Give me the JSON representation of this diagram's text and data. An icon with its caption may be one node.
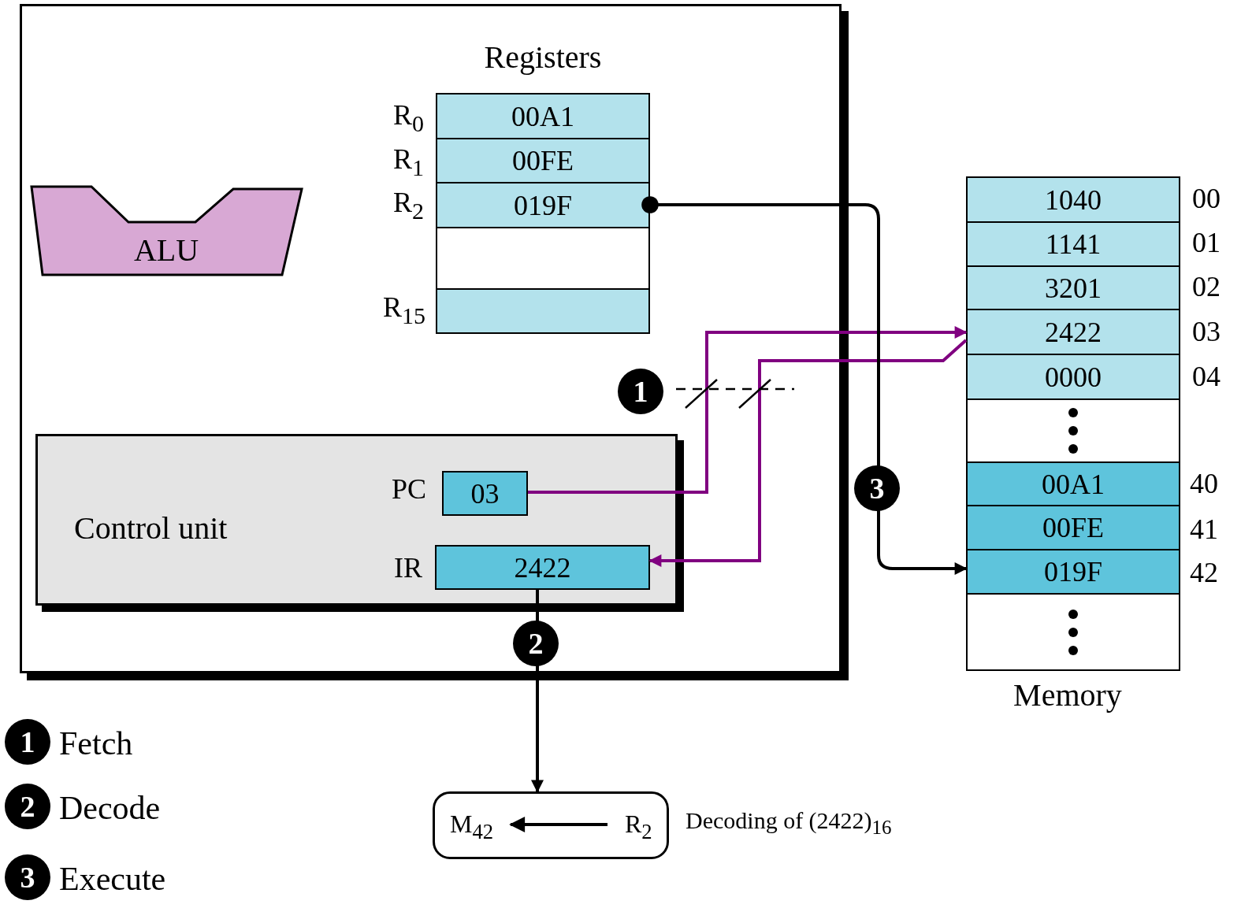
{
  "diagram": {
    "nodes": [
      {
        "text": [],
        "shape": "box"
      },
      {
        "text": [
          "Registers"
        ],
        "in": 0
      },
      {
        "text": [
          "00A1"
        ],
        "beside": [
          "R$_{0}$"
        ],
        "in": 1
      },
      {
        "text": [
          "00FE"
        ],
        "beside": [
          "R$_{1}$"
        ],
        "in": 1
      },
      {
        "text": [
          "019F"
        ],
        "beside": [
          "R$_{2}$"
        ],
        "in": 1
      },
      {
        "text": [],
        "shape": "box",
        "in": 1
      },
      {
        "text": [],
        "shape": "box",
        "beside": [
          "R$_{15}$"
        ],
        "in": 1
      },
      {
        "text": [
          "ALU"
        ],
        "in": 0
      },
      {
        "text": [
          "Control unit"
        ],
        "in": 0
      },
      {
        "text": [
          "03"
        ],
        "beside": [
          "PC"
        ],
        "in": 8
      },
      {
        "text": [
          "2422"
        ],
        "beside": [
          "IR"
        ],
        "in": 8
      },
      {
        "text": [
          "Memory"
        ]
      },
      {
        "text": [
          "1040"
        ],
        "beside": [
          "00"
        ],
        "in": 11
      },
      {
        "text": [
          "1141"
        ],
        "beside": [
          "01"
        ],
        "in": 11
      },
      {
        "text": [
          "3201"
        ],
        "beside": [
          "02"
        ],
        "in": 11
      },
      {
        "text": [
          "2422"
        ],
        "beside": [
          "03"
        ],
        "in": 11
      },
      {
        "text": [
          "0000"
        ],
        "beside": [
          "04"
        ],
        "in": 11
      },
      {
        "text": [],
        "shape": "box",
        "in": 11
      },
      {
        "text": [
          "00A1"
        ],
        "beside": [
          "40"
        ],
        "in": 11
      },
      {
        "text": [
          "00FE"
        ],
        "beside": [
          "41"
        ],
        "in": 11
      },
      {
        "text": [
          "019F"
        ],
        "beside": [
          "42"
        ],
        "in": 11
      },
      {
        "text": [],
        "shape": "box",
        "in": 11
      },
      {
        "text": [],
        "shape": "box",
        "beside": [
          "Decoding of (2422)$_{16}$"
        ]
      },
      {
        "text": [
          "M$_{42}$"
        ],
        "in": 22
      },
      {
        "text": [
          "R$_{2}$"
        ],
        "in": 22
      }
    ],
    "edges": [
      {
        "from": 9,
        "to": 15,
        "arrow": "to",
        "color": "#800080"
      },
      {
        "from": 15,
        "to": 10,
        "arrow": "to",
        "color": "#800080"
      },
      {
        "from": 4,
        "to": 20,
        "arrow": "to",
        "label": "3"
      },
      {
        "from": 10,
        "to": 22,
        "arrow": "to",
        "label": "2"
      },
      {
        "from": 24,
        "to": 23,
        "arrow": "to"
      }
    ],
    "labels": [
      "1",
      "1",
      "Fetch",
      "2",
      "Decode",
      "3",
      "Execute"
    ]
  }
}
